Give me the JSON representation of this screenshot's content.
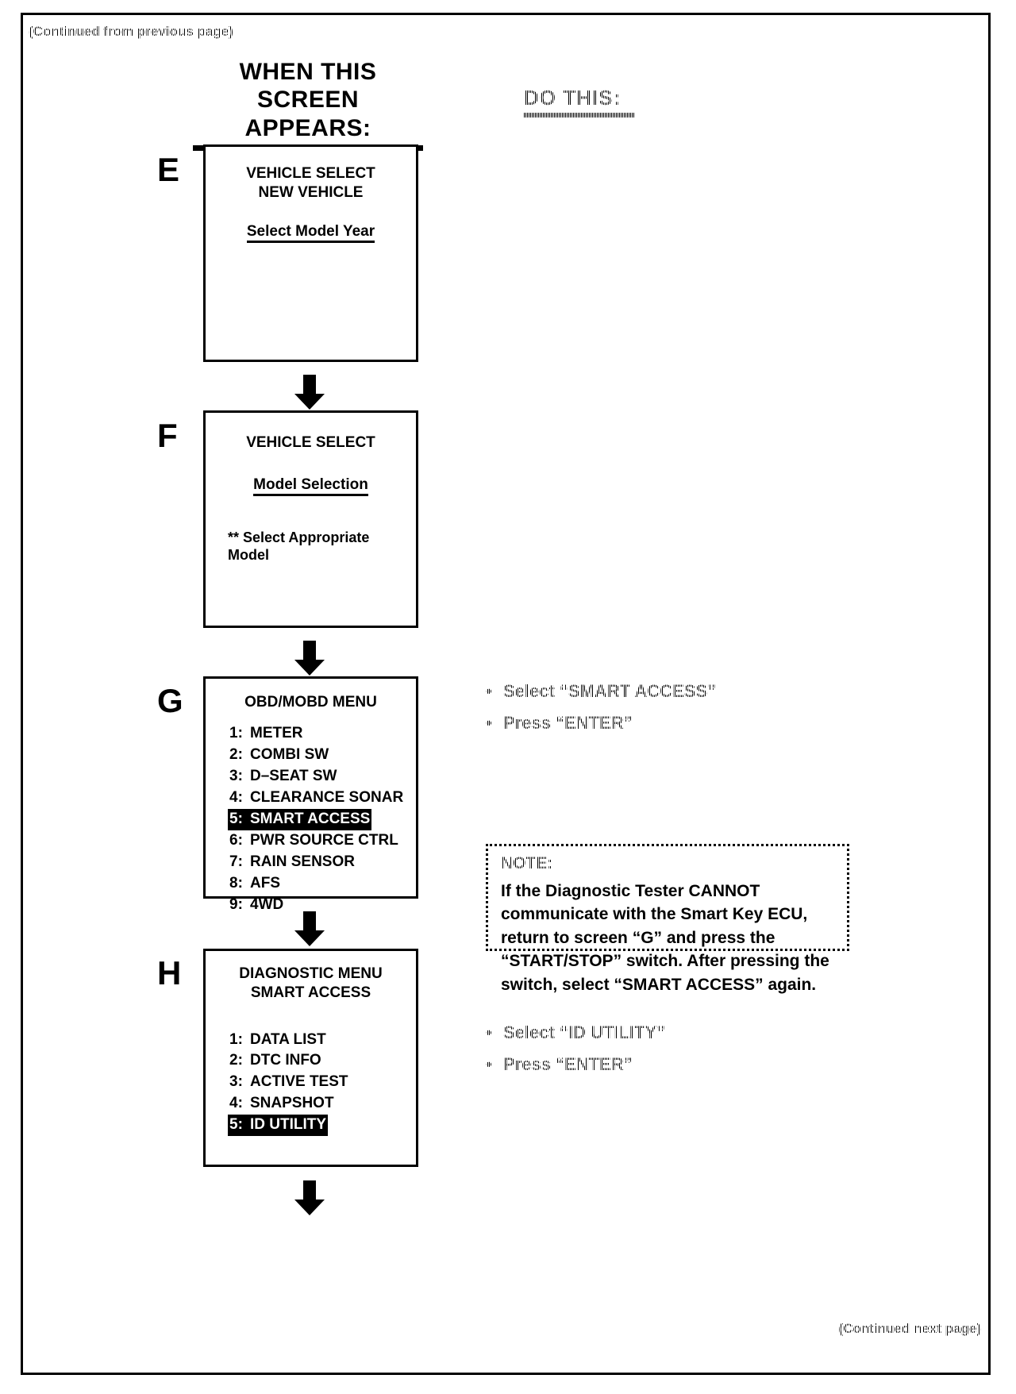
{
  "page": {
    "continued_from": "(Continued from previous page)",
    "continued_next": "(Continued next page)"
  },
  "headers": {
    "left": "WHEN THIS\nSCREEN APPEARS:",
    "left_line1": "WHEN THIS",
    "left_line2": "SCREEN APPEARS:",
    "right": "DO THIS:"
  },
  "steps": [
    {
      "letter": "E",
      "screen": {
        "title_line1": "VEHICLE SELECT",
        "title_line2": "NEW VEHICLE",
        "subtitle": "Select Model Year"
      },
      "instructions": []
    },
    {
      "letter": "F",
      "screen": {
        "title_line1": "VEHICLE SELECT",
        "subtitle": "Model Selection",
        "note_line1": "** Select Appropriate",
        "note_line2": "Model"
      },
      "instructions": []
    },
    {
      "letter": "G",
      "screen": {
        "title_line1": "OBD/MOBD MENU",
        "menu": [
          {
            "num": "1:",
            "label": "METER",
            "selected": false
          },
          {
            "num": "2:",
            "label": "COMBI SW",
            "selected": false
          },
          {
            "num": "3:",
            "label": "D–SEAT SW",
            "selected": false
          },
          {
            "num": "4:",
            "label": "CLEARANCE SONAR",
            "selected": false
          },
          {
            "num": "5:",
            "label": "SMART ACCESS",
            "selected": true
          },
          {
            "num": "6:",
            "label": "PWR SOURCE CTRL",
            "selected": false
          },
          {
            "num": "7:",
            "label": "RAIN SENSOR",
            "selected": false
          },
          {
            "num": "8:",
            "label": "AFS",
            "selected": false
          },
          {
            "num": "9:",
            "label": "4WD",
            "selected": false
          }
        ]
      },
      "instructions": [
        "Select  “SMART ACCESS”",
        "Press “ENTER”"
      ]
    },
    {
      "letter": "H",
      "screen": {
        "title_line1": "DIAGNOSTIC MENU",
        "title_line2": "SMART ACCESS",
        "menu": [
          {
            "num": "1:",
            "label": "DATA LIST",
            "selected": false
          },
          {
            "num": "2:",
            "label": "DTC INFO",
            "selected": false
          },
          {
            "num": "3:",
            "label": "ACTIVE TEST",
            "selected": false
          },
          {
            "num": "4:",
            "label": "SNAPSHOT",
            "selected": false
          },
          {
            "num": "5:",
            "label": "ID UTILITY",
            "selected": true
          }
        ]
      },
      "instructions": [
        "Select “ID UTILITY”",
        "Press “ENTER”"
      ]
    }
  ],
  "note": {
    "label": "NOTE:",
    "body": "If the Diagnostic Tester CANNOT communicate with the Smart Key ECU, return to screen “G” and press the “START/STOP” switch. After pressing the switch, select “SMART ACCESS” again."
  },
  "icons": {
    "bullet": "•",
    "arrow": "down-arrow"
  },
  "colors": {
    "ink": "#000000",
    "paper": "#ffffff",
    "highlight_bg": "#000000",
    "highlight_fg": "#ffffff"
  }
}
